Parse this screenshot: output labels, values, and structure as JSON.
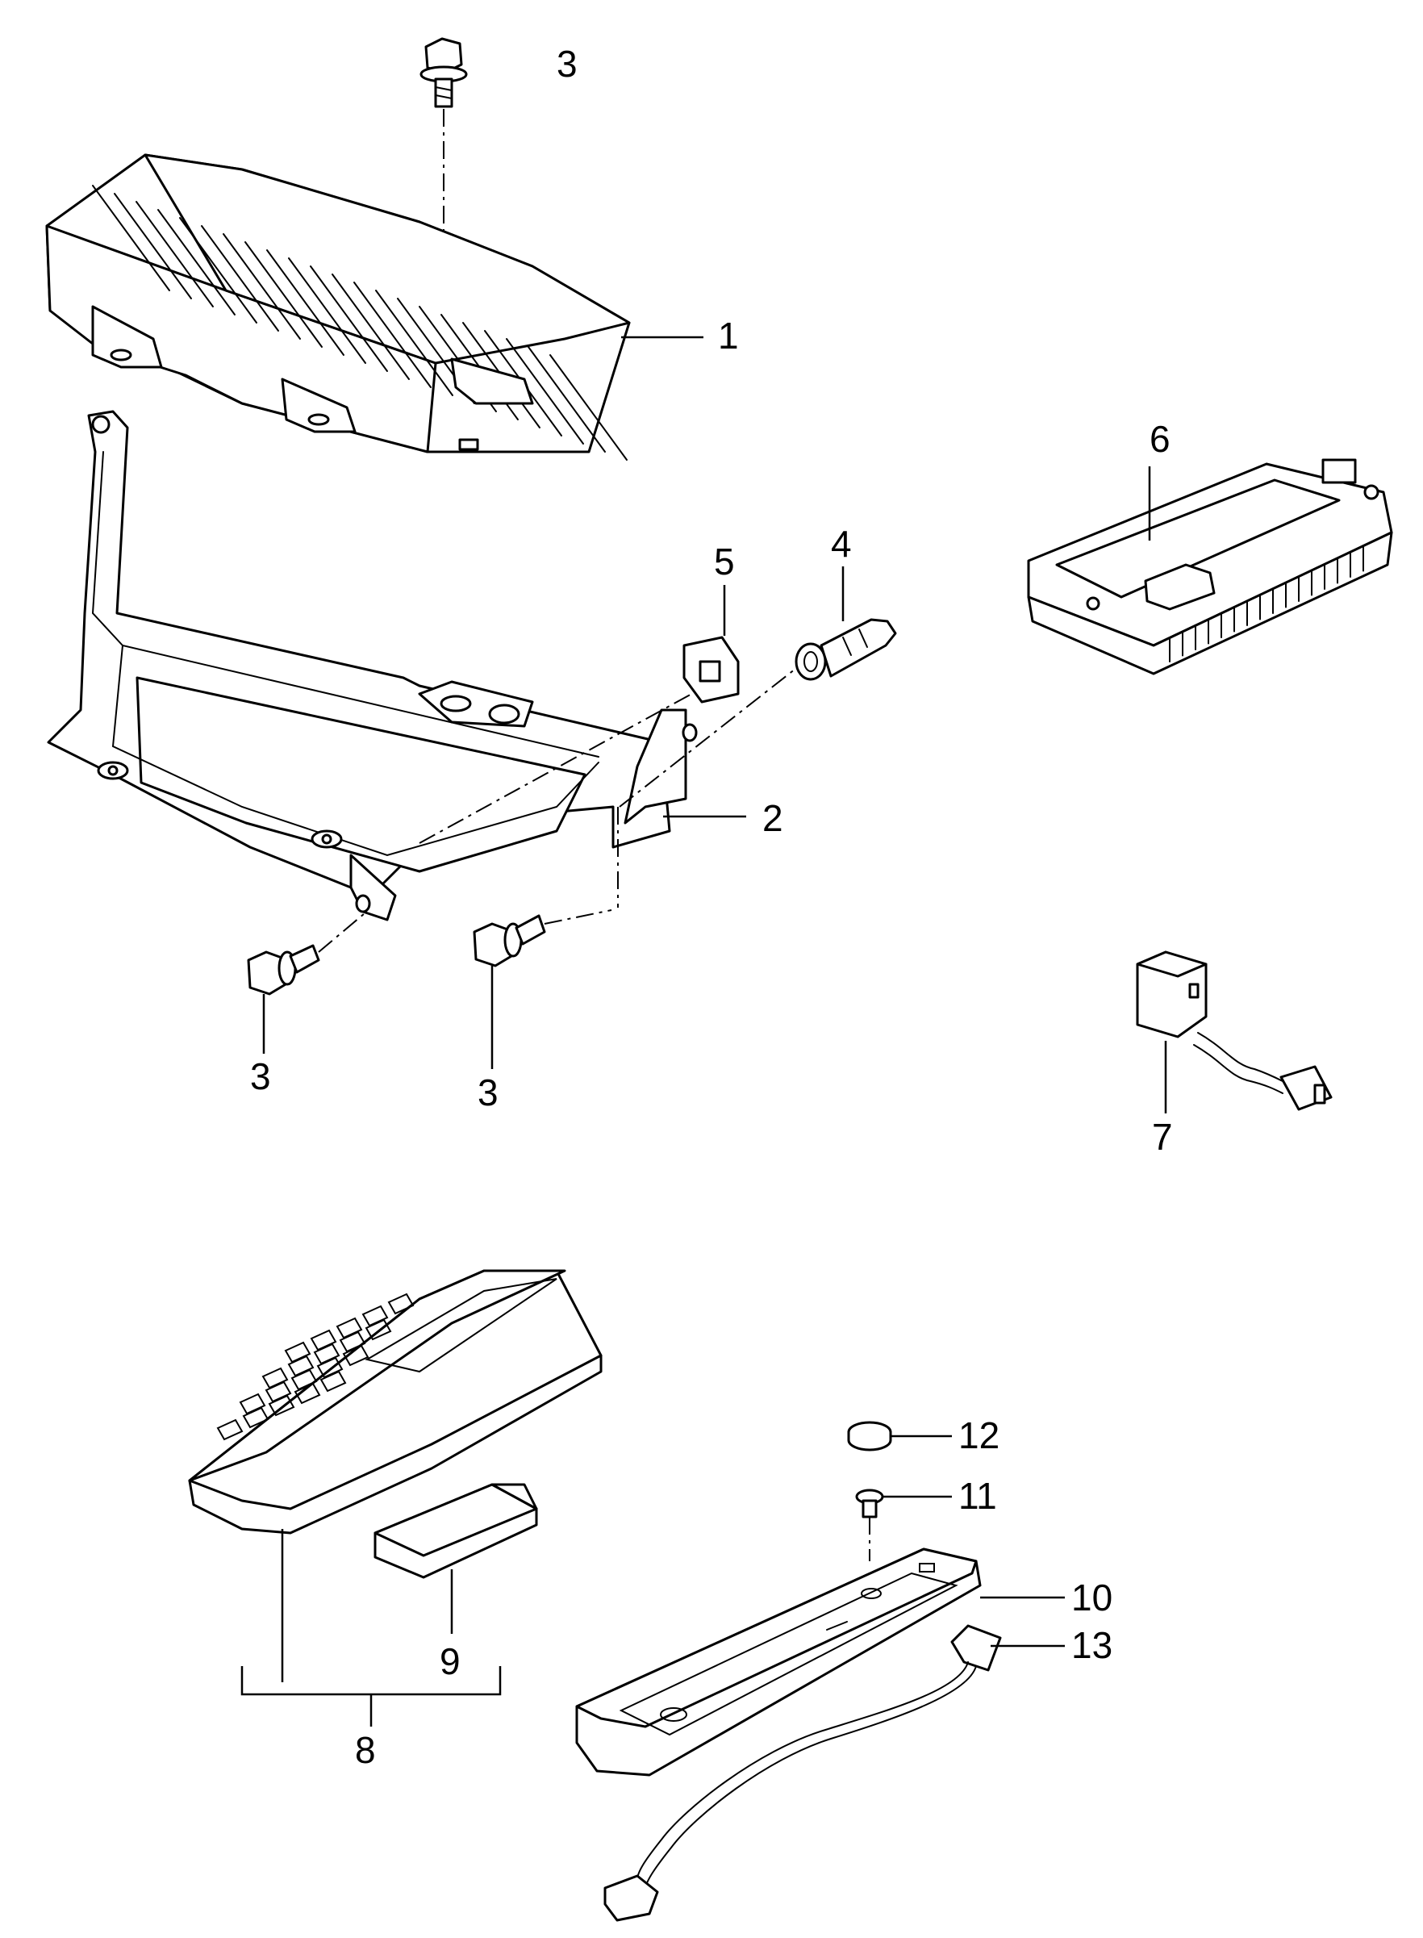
{
  "callouts": {
    "c1": "1",
    "c2": "2",
    "c3a": "3",
    "c3b": "3",
    "c3c": "3",
    "c4": "4",
    "c5": "5",
    "c6": "6",
    "c7": "7",
    "c8": "8",
    "c9": "9",
    "c10": "10",
    "c11": "11",
    "c12": "12",
    "c13": "13"
  }
}
